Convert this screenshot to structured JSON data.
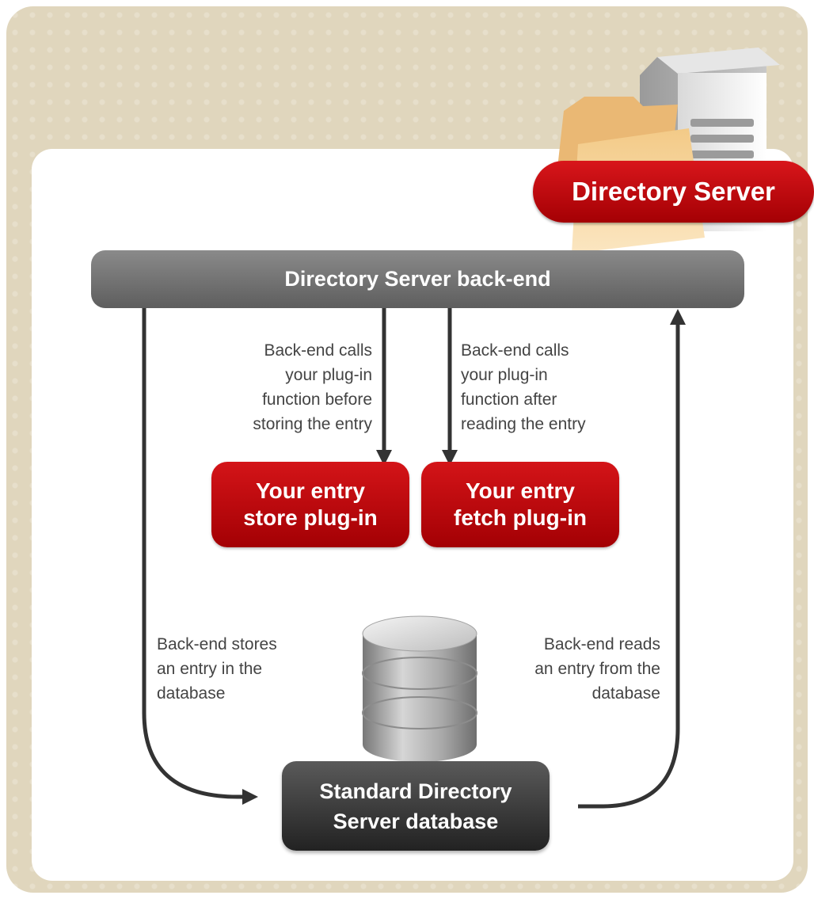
{
  "server_badge": "Directory Server",
  "backend_bar": "Directory Server back-end",
  "plugins": {
    "store": {
      "line1": "Your entry",
      "line2": "store plug-in"
    },
    "fetch": {
      "line1": "Your entry",
      "line2": "fetch plug-in"
    }
  },
  "notes": {
    "store_call": [
      "Back-end calls",
      "your plug-in",
      "function before",
      "storing the entry"
    ],
    "fetch_call": [
      "Back-end calls",
      "your plug-in",
      "function after",
      "reading the entry"
    ],
    "stores_db": [
      "Back-end stores",
      "an entry in the",
      "database"
    ],
    "reads_db": [
      "Back-end reads",
      "an entry from the",
      "database"
    ]
  },
  "database_box": {
    "line1": "Standard Directory",
    "line2": "Server database"
  },
  "colors": {
    "frame": "#e0d6bd",
    "brand_red": "#c0090e",
    "backend_gray": "#727272",
    "database_dark": "#333333",
    "arrow": "#333333"
  },
  "icons": [
    "server-icon",
    "folder-icon",
    "database-cylinder-icon"
  ]
}
